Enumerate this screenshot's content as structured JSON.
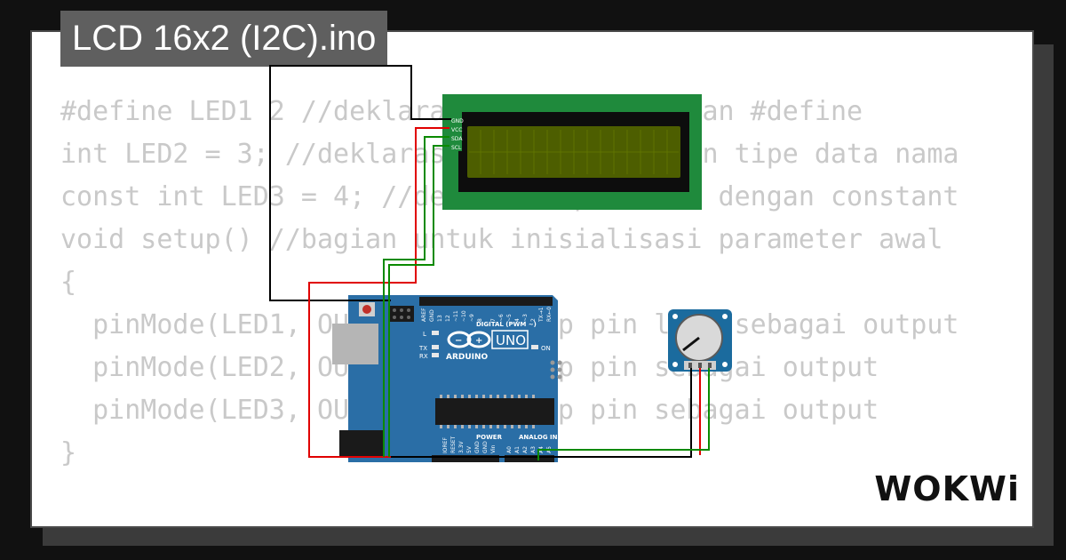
{
  "project": {
    "title": "LCD 16x2 (I2C).ino"
  },
  "code_lines": [
    "#define LED1 2 //deklarasi pin led1 dengan #define",
    "int LED2 = 3; //deklarasi pin led2 dengan tipe data nama",
    "const int LED3 = 4; //deklarasi pin led3 dengan constant",
    "",
    "void setup() //bagian untuk inisialisasi parameter awal",
    "{",
    "  pinMode(LED1, OUTPUT); //setup pin led1 sebagai output",
    "  pinMode(LED2, OUTPUT); //setup pin sebagai output",
    "  pinMode(LED3, OUTPUT); //setup pin sebagai output",
    "}"
  ],
  "lcd": {
    "pins": [
      "GND",
      "VCC",
      "SDA",
      "SCL"
    ]
  },
  "arduino": {
    "brand": "ARDUINO",
    "model": "UNO",
    "digital_label": "DIGITAL (PWM ~)",
    "digital_pins": [
      "AREF",
      "GND",
      "13",
      "12",
      "~11",
      "~10",
      "~9",
      "8",
      "7",
      "~6",
      "~5",
      "4",
      "~3",
      "2",
      "TX→1",
      "RX←0"
    ],
    "led_l": "L",
    "led_tx": "TX",
    "led_rx": "RX",
    "on_label": "ON",
    "power_label": "POWER",
    "power_pins": [
      "IOREF",
      "RESET",
      "3.3V",
      "5V",
      "GND",
      "GND",
      "Vin"
    ],
    "analog_label": "ANALOG IN",
    "analog_pins": [
      "A0",
      "A1",
      "A2",
      "A3",
      "A4",
      "A5"
    ]
  },
  "logo": {
    "text": "WOKWi"
  },
  "colors": {
    "background": "#111111",
    "card": "#ffffff",
    "code_text": "#c9c9c9",
    "title_bg": "#5f5f5f",
    "lcd_pcb": "#1f8a3c",
    "lcd_screen": "#4d5e00",
    "arduino_blue": "#2a6ea6",
    "pot_blue": "#1b6b9e",
    "wire_black": "#000000",
    "wire_red": "#e00000",
    "wire_green": "#0a8a00"
  },
  "icons": [
    "usb-port-icon",
    "power-jack-icon",
    "reset-button-icon",
    "arduino-infinity-logo-icon",
    "potentiometer-knob-icon"
  ]
}
